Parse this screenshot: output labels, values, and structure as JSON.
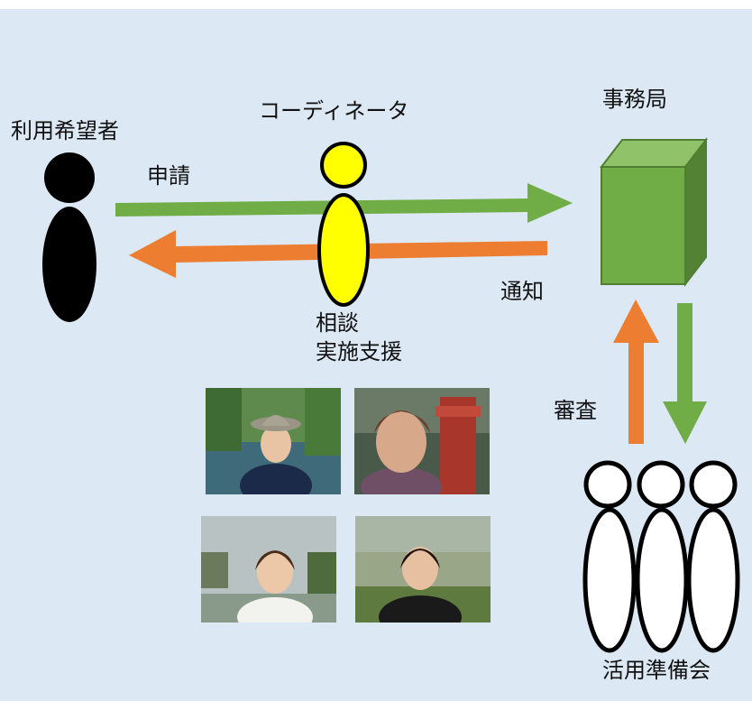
{
  "actors": {
    "applicant": "利用希望者",
    "coordinator": "コーディネータ",
    "office": "事務局",
    "council": "活用準備会"
  },
  "flows": {
    "apply": "申請",
    "notify": "通知",
    "review": "審査",
    "support_line1": "相談",
    "support_line2": "実施支援"
  },
  "photos": [
    {
      "description": "coordinator-photo-hat"
    },
    {
      "description": "coordinator-photo-red"
    },
    {
      "description": "coordinator-photo-white-shirt"
    },
    {
      "description": "coordinator-photo-black-shirt"
    }
  ],
  "colors": {
    "background": "#dce8f3",
    "green": "#70ad47",
    "orange": "#ed7d31",
    "coordinator": "#ffff00"
  }
}
